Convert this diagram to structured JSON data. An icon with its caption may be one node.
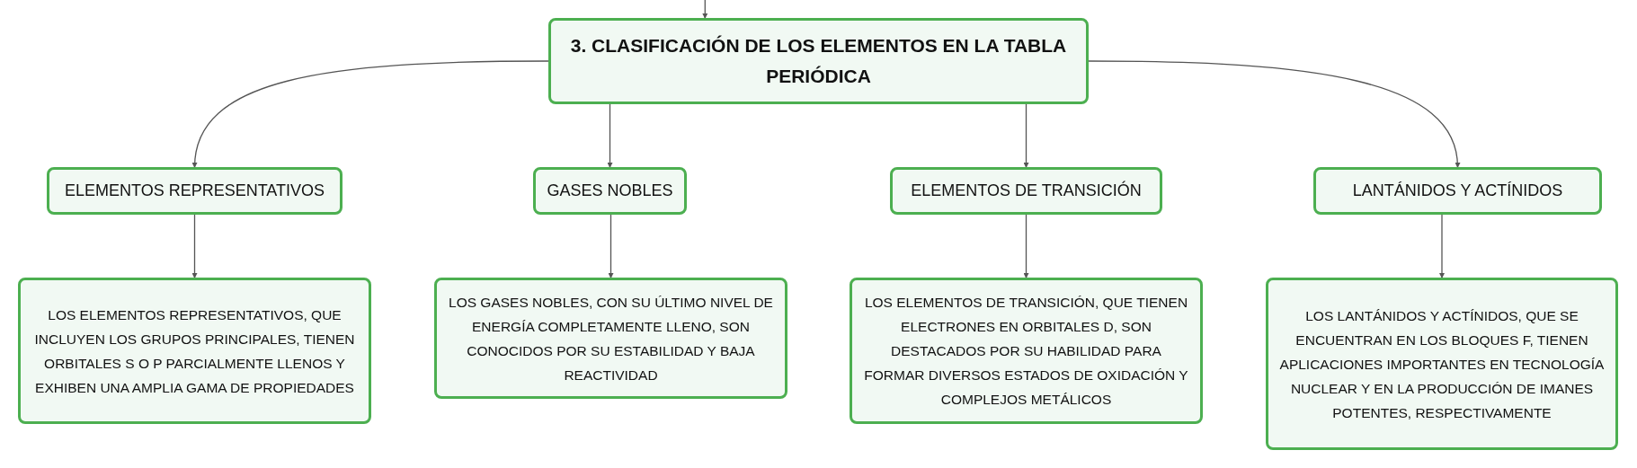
{
  "diagram": {
    "nodes": [
      {
        "text": [
          "3. CLASIFICACIÓN DE LOS ELEMENTOS EN LA TABLA PERIÓDICA"
        ]
      },
      {
        "text": [
          "ELEMENTOS REPRESENTATIVOS"
        ]
      },
      {
        "text": [
          "GASES NOBLES"
        ]
      },
      {
        "text": [
          "ELEMENTOS DE TRANSICIÓN"
        ]
      },
      {
        "text": [
          "LANTÁNIDOS Y ACTÍNIDOS"
        ]
      },
      {
        "text": [
          "LOS ELEMENTOS REPRESENTATIVOS, QUE INCLUYEN LOS GRUPOS PRINCIPALES, TIENEN ORBITALES S O P PARCIALMENTE LLENOS Y EXHIBEN UNA AMPLIA GAMA DE PROPIEDADES"
        ]
      },
      {
        "text": [
          "LOS GASES NOBLES, CON SU ÚLTIMO NIVEL DE ENERGÍA COMPLETAMENTE LLENO, SON CONOCIDOS POR SU ESTABILIDAD Y BAJA REACTIVIDAD"
        ]
      },
      {
        "text": [
          "LOS ELEMENTOS DE TRANSICIÓN, QUE TIENEN ELECTRONES EN ORBITALES D, SON DESTACADOS POR SU HABILIDAD PARA FORMAR DIVERSOS ESTADOS DE OXIDACIÓN Y COMPLEJOS METÁLICOS"
        ]
      },
      {
        "text": [
          "LOS LANTÁNIDOS Y ACTÍNIDOS, QUE SE ENCUENTRAN EN LOS BLOQUES F, TIENEN APLICACIONES IMPORTANTES EN TECNOLOGÍA NUCLEAR Y EN LA PRODUCCIÓN DE IMANES POTENTES, RESPECTIVAMENTE"
        ]
      }
    ],
    "edges": [
      {
        "from": null,
        "to": 0,
        "arrow": "to"
      },
      {
        "from": 0,
        "to": 1,
        "arrow": "to"
      },
      {
        "from": 0,
        "to": 2,
        "arrow": "to"
      },
      {
        "from": 0,
        "to": 3,
        "arrow": "to"
      },
      {
        "from": 0,
        "to": 4,
        "arrow": "to"
      },
      {
        "from": 1,
        "to": 5,
        "arrow": "to"
      },
      {
        "from": 2,
        "to": 6,
        "arrow": "to"
      },
      {
        "from": 3,
        "to": 7,
        "arrow": "to"
      },
      {
        "from": 4,
        "to": 8,
        "arrow": "to"
      }
    ]
  }
}
